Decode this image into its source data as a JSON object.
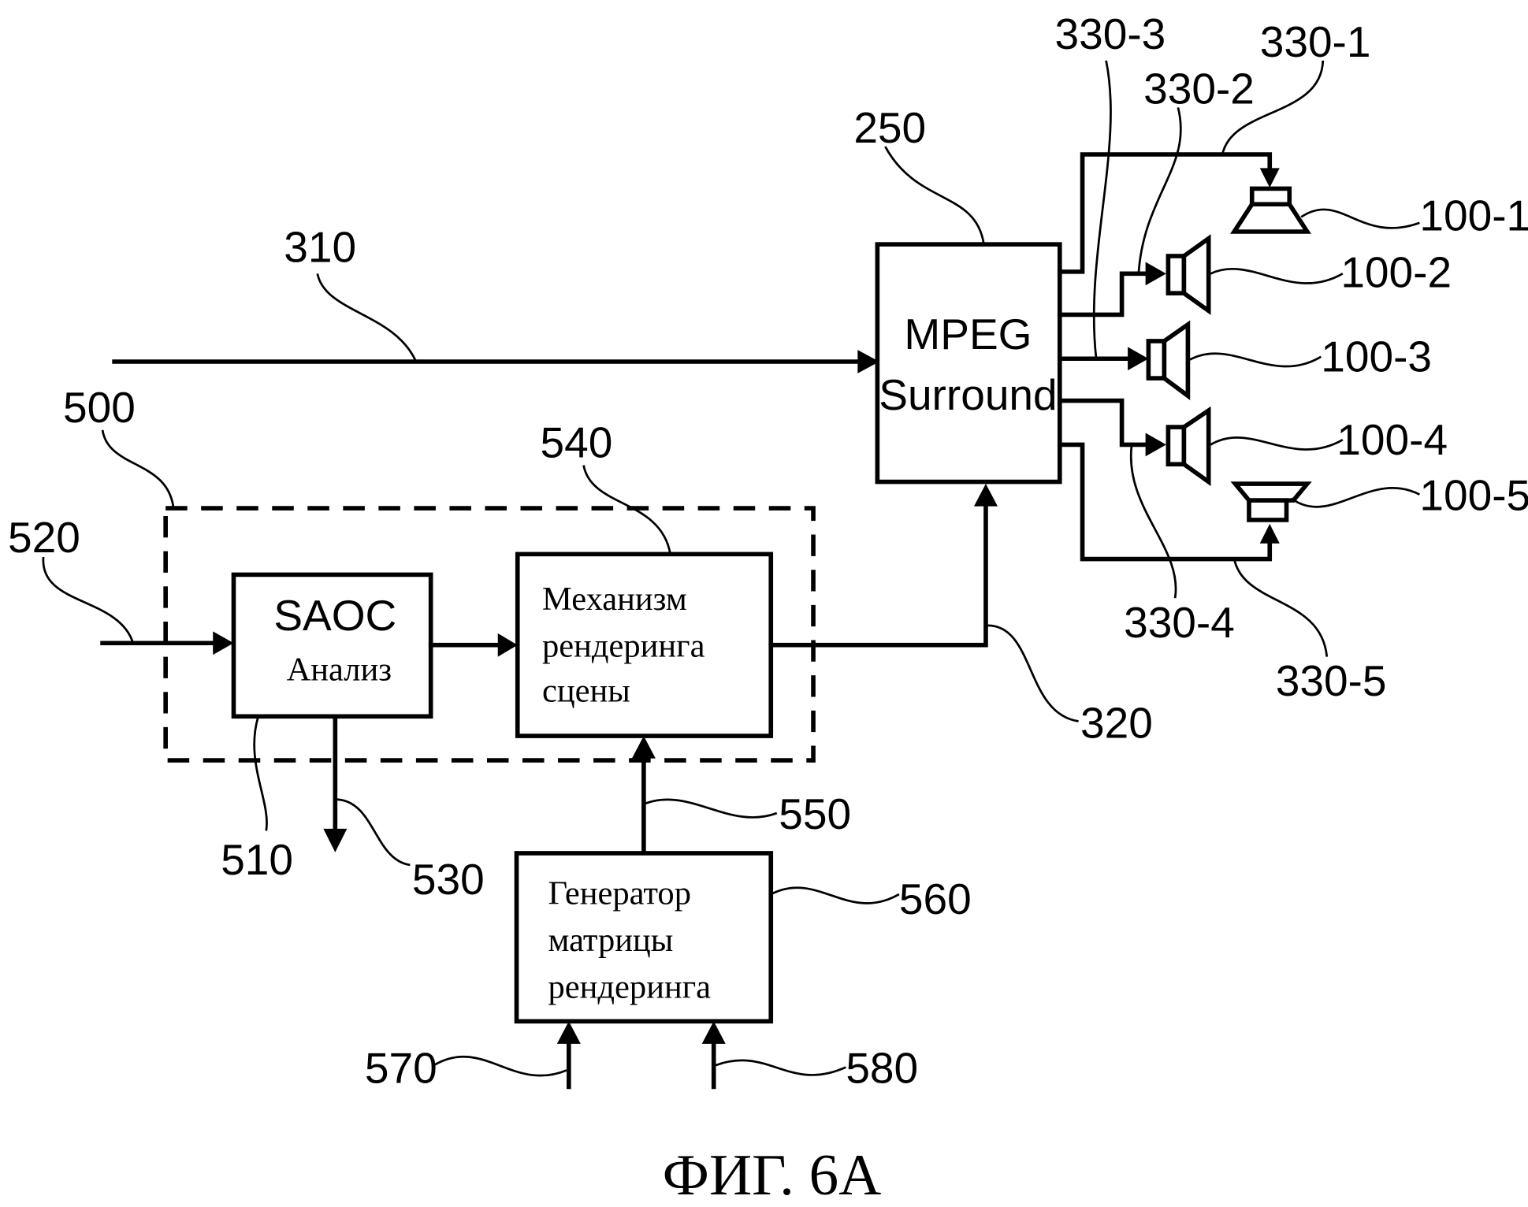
{
  "figure": {
    "caption": "ФИГ. 6А",
    "blocks": {
      "mpeg_surround": {
        "ref": "250",
        "line1": "MPEG",
        "line2": "Surround"
      },
      "saoc_analysis": {
        "ref": "510",
        "line1": "SAOC",
        "line2": "Анализ"
      },
      "scene_renderer": {
        "ref": "540",
        "line1": "Механизм",
        "line2": "рендеринга",
        "line3": "сцены"
      },
      "matrix_generator": {
        "ref": "560",
        "line1": "Генератор",
        "line2": "матрицы",
        "line3": "рендеринга"
      },
      "dashed_group": {
        "ref": "500"
      }
    },
    "signals": {
      "s310": "310",
      "s320": "320",
      "s520": "520",
      "s530": "530",
      "s550": "550",
      "s570": "570",
      "s580": "580"
    },
    "outputs": [
      {
        "line": "330-1",
        "speaker": "100-1"
      },
      {
        "line": "330-2",
        "speaker": "100-2"
      },
      {
        "line": "330-3",
        "speaker": "100-3"
      },
      {
        "line": "330-4",
        "speaker": "100-4"
      },
      {
        "line": "330-5",
        "speaker": "100-5"
      }
    ]
  }
}
